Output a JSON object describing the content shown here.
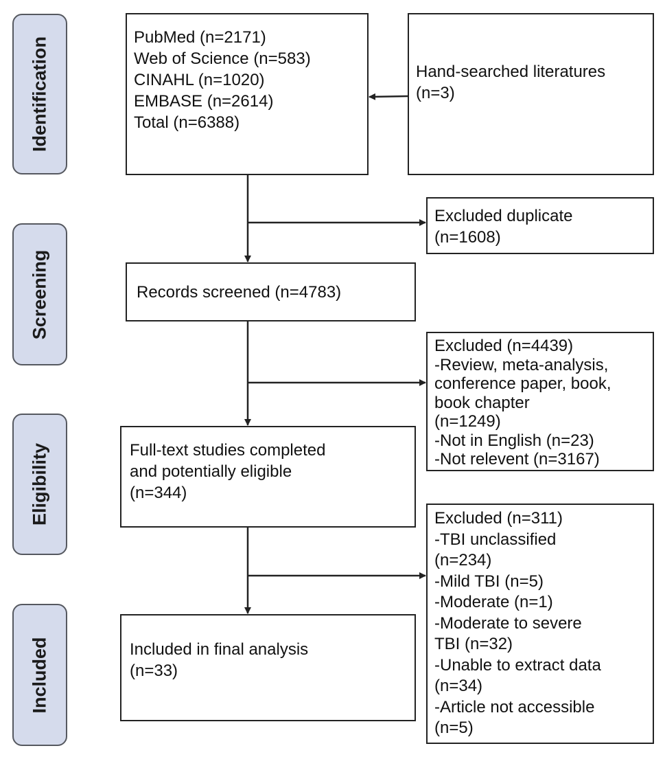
{
  "phases": {
    "identification": "Identification",
    "screening": "Screening",
    "eligibility": "Eligibility",
    "included": "Included"
  },
  "boxes": {
    "databases": [
      "PubMed (n=2171)",
      "Web of Science (n=583)",
      "CINAHL (n=1020)",
      "EMBASE (n=2614)",
      "Total (n=6388)"
    ],
    "hand_searched": [
      "Hand-searched literatures",
      "(n=3)"
    ],
    "duplicates": [
      "Excluded duplicate",
      "(n=1608)"
    ],
    "screened": [
      "Records screened (n=4783)"
    ],
    "excluded_screening": [
      "Excluded (n=4439)",
      "-Review, meta-analysis,",
      "conference paper, book,",
      "book chapter",
      "(n=1249)",
      "-Not in English (n=23)",
      "-Not relevent (n=3167)"
    ],
    "fulltext": [
      "Full-text studies completed",
      "and potentially eligible",
      "(n=344)"
    ],
    "excluded_fulltext": [
      "Excluded (n=311)",
      "-TBI unclassified",
      "(n=234)",
      "-Mild TBI (n=5)",
      "-Moderate (n=1)",
      "-Moderate to severe",
      " TBI (n=32)",
      "-Unable to extract data",
      " (n=34)",
      "-Article not accessible",
      "(n=5)"
    ],
    "included": [
      "Included in final analysis",
      "(n=33)"
    ]
  }
}
